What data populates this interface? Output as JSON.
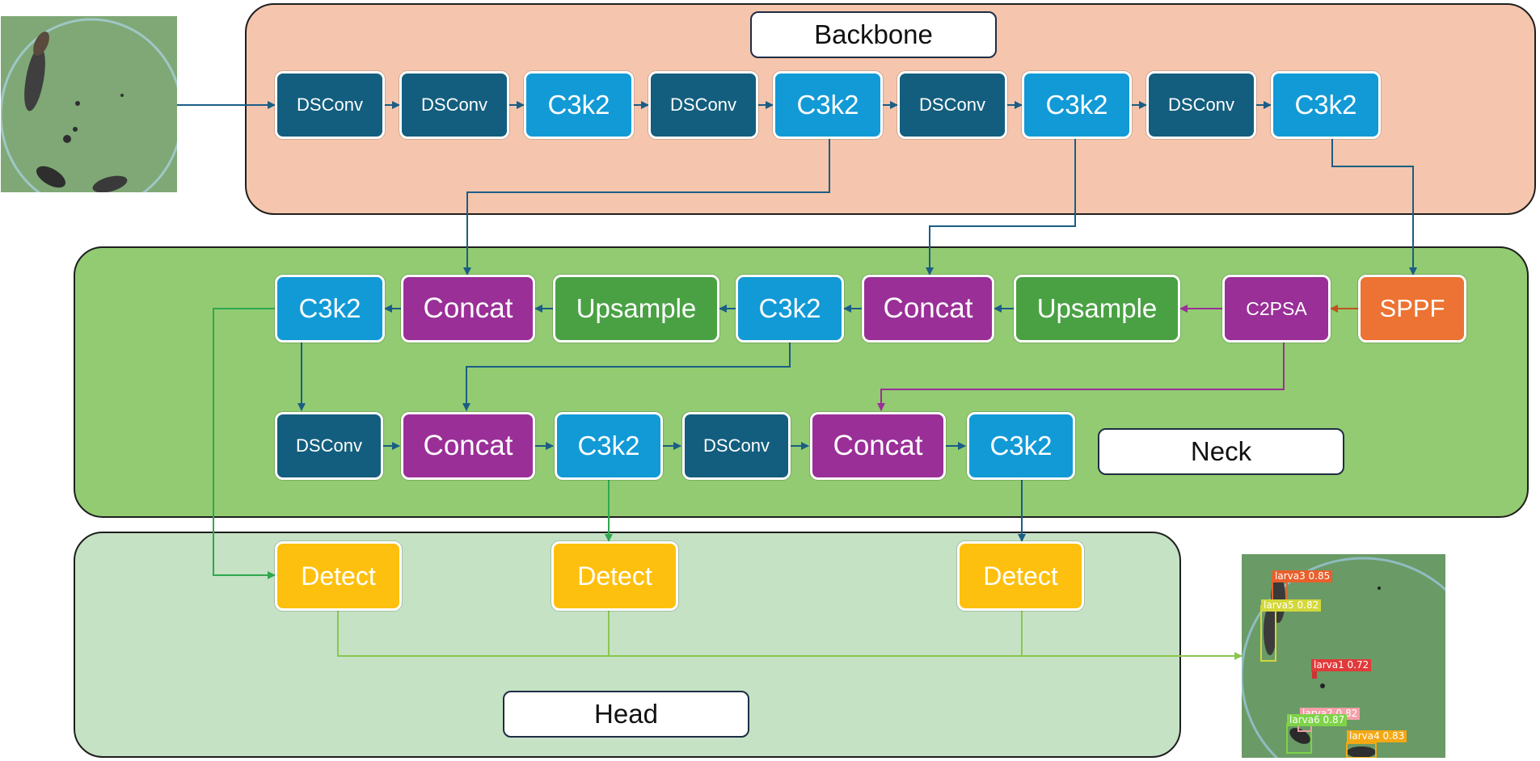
{
  "titles": {
    "backbone": "Backbone",
    "neck": "Neck",
    "head": "Head"
  },
  "backbone": [
    "DSConv",
    "DSConv",
    "C3k2",
    "DSConv",
    "C3k2",
    "DSConv",
    "C3k2",
    "DSConv",
    "C3k2"
  ],
  "neck_row1": [
    "C3k2",
    "Concat",
    "Upsample",
    "C3k2",
    "Concat",
    "Upsample",
    "C2PSA",
    "SPPF"
  ],
  "neck_row2": [
    "DSConv",
    "Concat",
    "C3k2",
    "DSConv",
    "Concat",
    "C3k2"
  ],
  "head": [
    "Detect",
    "Detect",
    "Detect"
  ],
  "detections": [
    {
      "label": "larva3",
      "score": "0.85",
      "color": "#e8602c"
    },
    {
      "label": "larva5",
      "score": "0.82",
      "color": "#d4d83a"
    },
    {
      "label": "larva1",
      "score": "0.72",
      "color": "#e03a3a"
    },
    {
      "label": "larva2",
      "score": "0.82",
      "color": "#f4a0a8"
    },
    {
      "label": "larva6",
      "score": "0.87",
      "color": "#7ed348"
    },
    {
      "label": "larva4",
      "score": "0.83",
      "color": "#f4a814"
    }
  ],
  "colors": {
    "backbone_panel": "#f5c6ad",
    "neck_panel": "#92cb71",
    "head_panel": "#c5e2c4",
    "dsconv": "#135e7e",
    "c3k2": "#129ad6",
    "concat": "#9a2f98",
    "upsample": "#4aa144",
    "sppf": "#ec7333",
    "detect": "#fec00f",
    "arrow_blue": "#1b5d85",
    "arrow_green": "#2fa84f",
    "arrow_purple": "#9a2f98",
    "arrow_orange": "#c0531f"
  }
}
